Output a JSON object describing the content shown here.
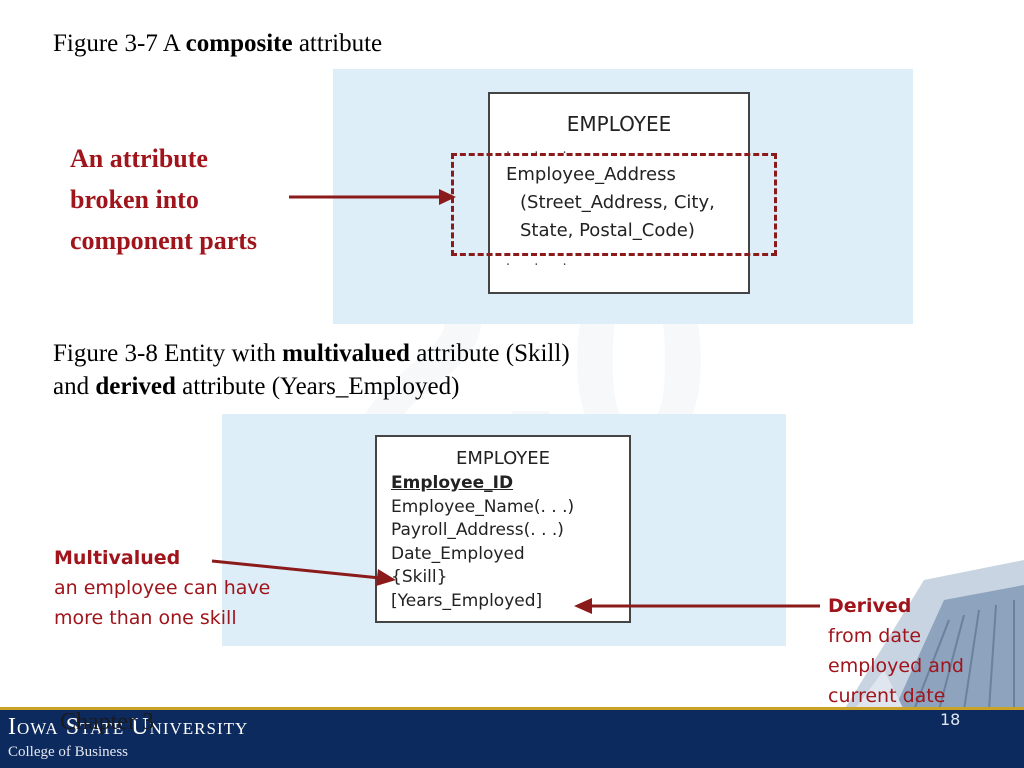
{
  "figure1": {
    "title_prefix": "Figure 3-7  A ",
    "title_bold": "composite",
    "title_suffix": " attribute",
    "entity_name": "EMPLOYEE",
    "dots": ". . .",
    "attr_line1": "Employee_Address",
    "attr_line2": "(Street_Address, City,",
    "attr_line3": "State, Postal_Code)",
    "annotation": [
      "An attribute",
      "broken into",
      "component parts"
    ]
  },
  "figure2": {
    "title_prefix": "Figure 3-8  Entity with ",
    "title_bold1": "multivalued",
    "title_mid": " attribute (Skill)",
    "title_line2_prefix": "and ",
    "title_bold2": "derived",
    "title_line2_suffix": " attribute (Years_Employed)",
    "entity_name": "EMPLOYEE",
    "attributes": [
      "Employee_ID",
      "Employee_Name(. . .)",
      "Payroll_Address(. . .)",
      "Date_Employed",
      "{Skill}",
      "[Years_Employed]"
    ],
    "multivalued_heading": "Multivalued",
    "multivalued_lines": [
      "an employee can have",
      "more than one skill"
    ],
    "derived_heading": "Derived",
    "derived_lines": [
      "from date",
      "employed and",
      "current date"
    ]
  },
  "footer": {
    "university": "Iowa State University",
    "college": "College of Business",
    "chapter": "Chapter 3",
    "slide_number": "18"
  },
  "colors": {
    "accent_red": "#a0141b",
    "panel_blue": "#ddeef9",
    "footer_navy": "#0d2a5e"
  }
}
